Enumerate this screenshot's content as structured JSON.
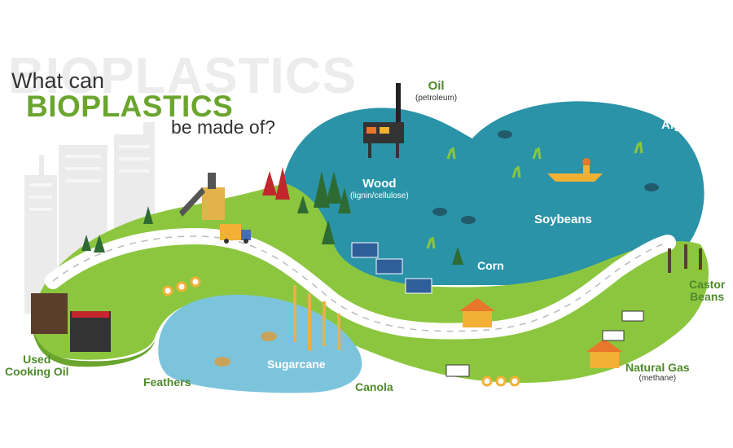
{
  "title": {
    "watermark": "BIOPLASTICS",
    "line1": "What can",
    "line2": "BIOPLASTICS",
    "line3": "be made of?"
  },
  "colors": {
    "land": "#8cc63f",
    "land_dark": "#6aa52e",
    "water": "#2a93a8",
    "pond": "#7cc4dc",
    "road": "#ffffff",
    "label_green": "#4e8a2a",
    "label_blue": "#ffffff"
  },
  "labels": {
    "oil": {
      "name": "Oil",
      "note": "(petroleum)"
    },
    "algae": {
      "name": "Algae"
    },
    "wood": {
      "name": "Wood",
      "note": "(lignin/cellulose)"
    },
    "soybeans": {
      "name": "Soybeans"
    },
    "corn": {
      "name": "Corn"
    },
    "castor": {
      "name": "Castor\nBeans"
    },
    "cooking_oil": {
      "name": "Used\nCooking Oil"
    },
    "feathers": {
      "name": "Feathers"
    },
    "sugarcane": {
      "name": "Sugarcane"
    },
    "canola": {
      "name": "Canola"
    },
    "natural_gas": {
      "name": "Natural Gas",
      "note": "(methane)"
    }
  }
}
